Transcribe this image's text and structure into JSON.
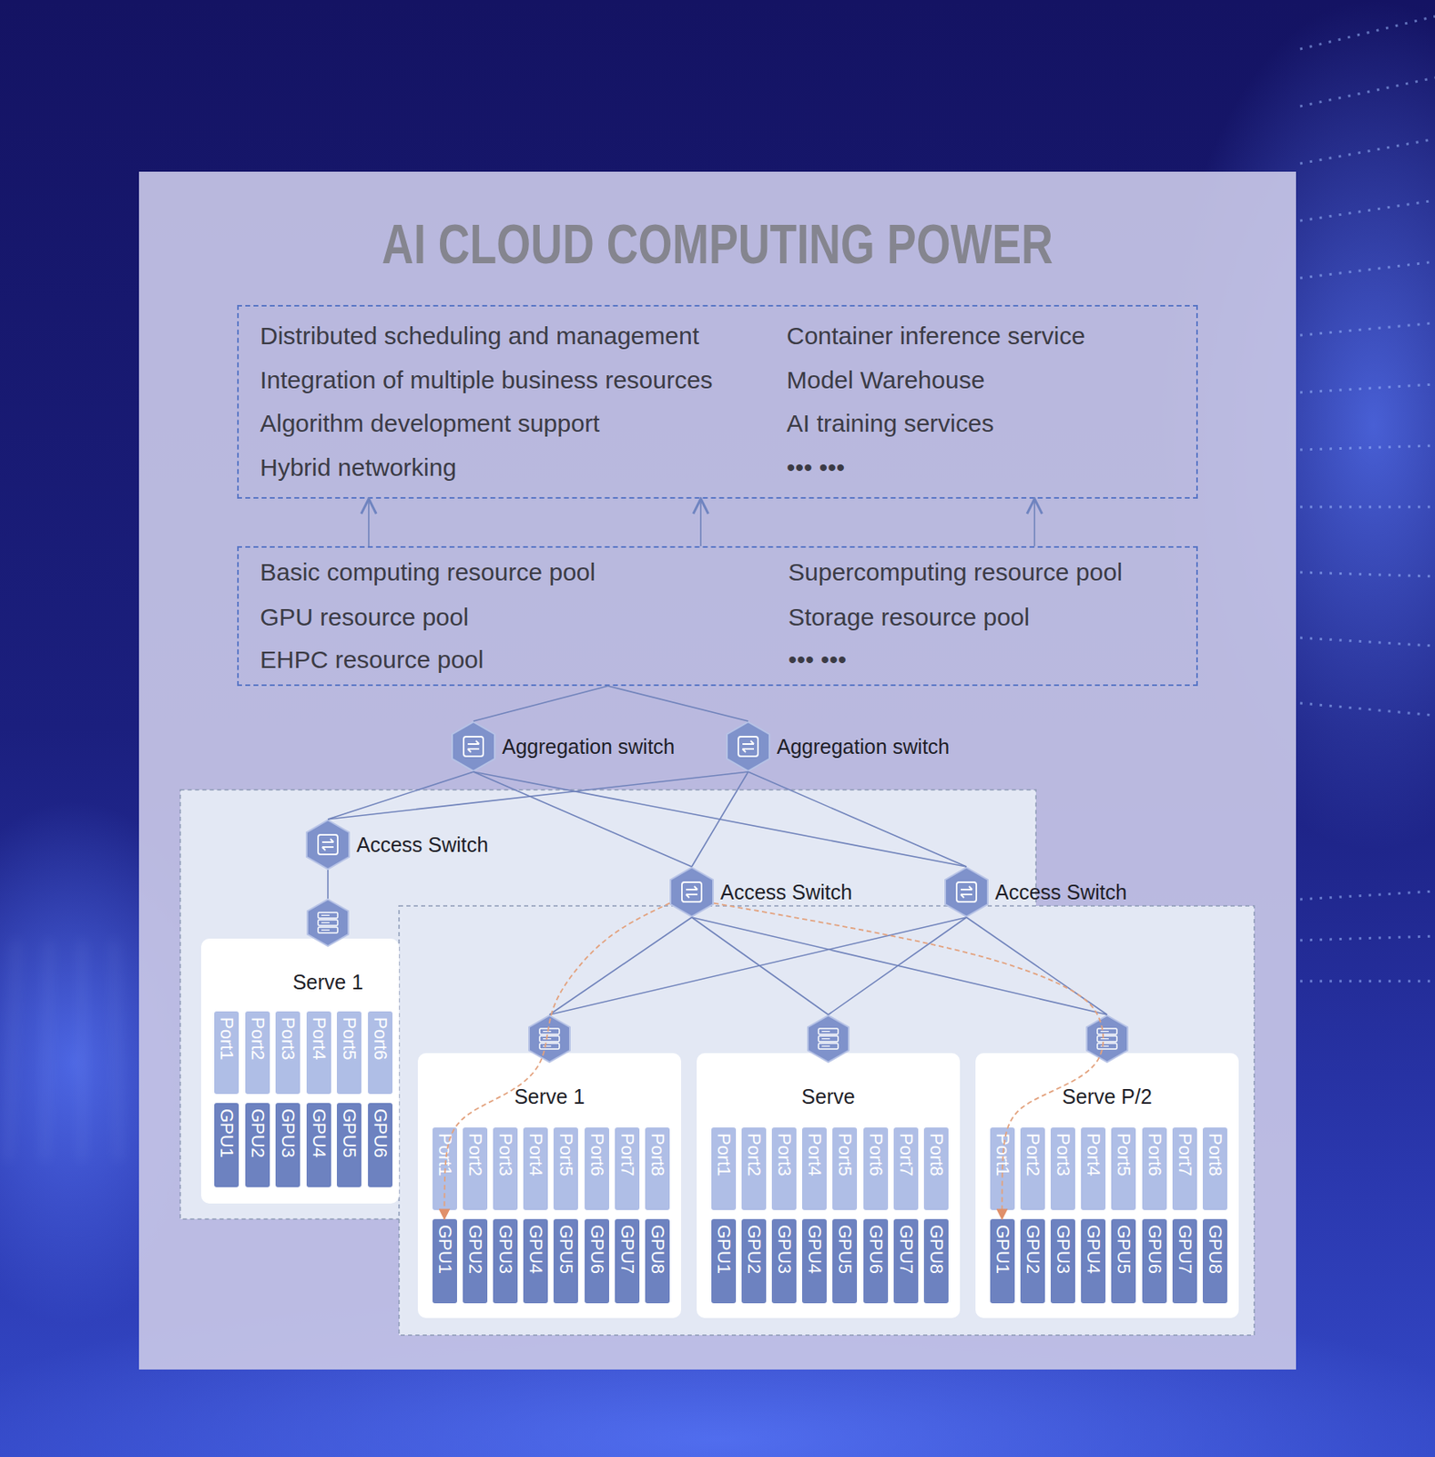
{
  "diagram": {
    "title": "AI CLOUD COMPUTING POWER",
    "nodes": [
      {
        "text": [
          "Distributed scheduling and management",
          "Integration of multiple business resources",
          "Algorithm development support",
          "Hybrid networking",
          "Container inference service",
          "Model Warehouse",
          "AI training services",
          "••• •••"
        ]
      },
      {
        "text": [
          "Basic computing resource pool",
          "GPU resource pool",
          "EHPC resource pool",
          "Supercomputing resource pool",
          "Storage resource pool",
          "••• •••"
        ]
      },
      {
        "text": [
          "Aggregation switch"
        ]
      },
      {
        "text": [
          "Aggregation switch"
        ]
      },
      {
        "text": [
          "Access Switch"
        ]
      },
      {
        "text": [
          "Access Switch"
        ]
      },
      {
        "text": [
          "Access Switch"
        ]
      },
      {
        "text": [
          "Serve 1"
        ]
      },
      {
        "text": [
          "Port1"
        ],
        "in": 7
      },
      {
        "text": [
          "Port2"
        ],
        "in": 7
      },
      {
        "text": [
          "Port3"
        ],
        "in": 7
      },
      {
        "text": [
          "Port4"
        ],
        "in": 7
      },
      {
        "text": [
          "Port5"
        ],
        "in": 7
      },
      {
        "text": [
          "Port6"
        ],
        "in": 7
      },
      {
        "text": [
          "GPU1"
        ],
        "in": 7
      },
      {
        "text": [
          "GPU2"
        ],
        "in": 7
      },
      {
        "text": [
          "GPU3"
        ],
        "in": 7
      },
      {
        "text": [
          "GPU4"
        ],
        "in": 7
      },
      {
        "text": [
          "GPU5"
        ],
        "in": 7
      },
      {
        "text": [
          "GPU6"
        ],
        "in": 7
      },
      {
        "text": [
          "Serve 1"
        ]
      },
      {
        "text": [
          "Port1"
        ],
        "in": 20
      },
      {
        "text": [
          "Port2"
        ],
        "in": 20
      },
      {
        "text": [
          "Port3"
        ],
        "in": 20
      },
      {
        "text": [
          "Port4"
        ],
        "in": 20
      },
      {
        "text": [
          "Port5"
        ],
        "in": 20
      },
      {
        "text": [
          "Port6"
        ],
        "in": 20
      },
      {
        "text": [
          "Port7"
        ],
        "in": 20
      },
      {
        "text": [
          "Port8"
        ],
        "in": 20
      },
      {
        "text": [
          "GPU1"
        ],
        "in": 20
      },
      {
        "text": [
          "GPU2"
        ],
        "in": 20
      },
      {
        "text": [
          "GPU3"
        ],
        "in": 20
      },
      {
        "text": [
          "GPU4"
        ],
        "in": 20
      },
      {
        "text": [
          "GPU5"
        ],
        "in": 20
      },
      {
        "text": [
          "GPU6"
        ],
        "in": 20
      },
      {
        "text": [
          "GPU7"
        ],
        "in": 20
      },
      {
        "text": [
          "GPU8"
        ],
        "in": 20
      },
      {
        "text": [
          "Serve"
        ]
      },
      {
        "text": [
          "Port1"
        ],
        "in": 37
      },
      {
        "text": [
          "Port2"
        ],
        "in": 37
      },
      {
        "text": [
          "Port3"
        ],
        "in": 37
      },
      {
        "text": [
          "Port4"
        ],
        "in": 37
      },
      {
        "text": [
          "Port5"
        ],
        "in": 37
      },
      {
        "text": [
          "Port6"
        ],
        "in": 37
      },
      {
        "text": [
          "Port7"
        ],
        "in": 37
      },
      {
        "text": [
          "Port8"
        ],
        "in": 37
      },
      {
        "text": [
          "GPU1"
        ],
        "in": 37
      },
      {
        "text": [
          "GPU2"
        ],
        "in": 37
      },
      {
        "text": [
          "GPU3"
        ],
        "in": 37
      },
      {
        "text": [
          "GPU4"
        ],
        "in": 37
      },
      {
        "text": [
          "GPU5"
        ],
        "in": 37
      },
      {
        "text": [
          "GPU6"
        ],
        "in": 37
      },
      {
        "text": [
          "GPU7"
        ],
        "in": 37
      },
      {
        "text": [
          "GPU8"
        ],
        "in": 37
      },
      {
        "text": [
          "Serve P/2"
        ]
      },
      {
        "text": [
          "Port1"
        ],
        "in": 54
      },
      {
        "text": [
          "Port2"
        ],
        "in": 54
      },
      {
        "text": [
          "Port3"
        ],
        "in": 54
      },
      {
        "text": [
          "Port4"
        ],
        "in": 54
      },
      {
        "text": [
          "Port5"
        ],
        "in": 54
      },
      {
        "text": [
          "Port6"
        ],
        "in": 54
      },
      {
        "text": [
          "Port7"
        ],
        "in": 54
      },
      {
        "text": [
          "Port8"
        ],
        "in": 54
      },
      {
        "text": [
          "GPU1"
        ],
        "in": 54
      },
      {
        "text": [
          "GPU2"
        ],
        "in": 54
      },
      {
        "text": [
          "GPU3"
        ],
        "in": 54
      },
      {
        "text": [
          "GPU4"
        ],
        "in": 54
      },
      {
        "text": [
          "GPU5"
        ],
        "in": 54
      },
      {
        "text": [
          "GPU6"
        ],
        "in": 54
      },
      {
        "text": [
          "GPU7"
        ],
        "in": 54
      },
      {
        "text": [
          "GPU8"
        ],
        "in": 54
      }
    ],
    "edges": [
      {
        "from": 1,
        "to": 0,
        "arrow": "to"
      },
      {
        "from": 1,
        "to": 0,
        "arrow": "to"
      },
      {
        "from": 1,
        "to": 0,
        "arrow": "to"
      },
      {
        "from": 1,
        "to": 2,
        "arrow": "none"
      },
      {
        "from": 1,
        "to": 3,
        "arrow": "none"
      },
      {
        "from": 2,
        "to": 4,
        "arrow": "none"
      },
      {
        "from": 2,
        "to": 5,
        "arrow": "none"
      },
      {
        "from": 2,
        "to": 6,
        "arrow": "none"
      },
      {
        "from": 3,
        "to": 4,
        "arrow": "none"
      },
      {
        "from": 3,
        "to": 5,
        "arrow": "none"
      },
      {
        "from": 3,
        "to": 6,
        "arrow": "none"
      },
      {
        "from": 4,
        "to": 7,
        "arrow": "none"
      },
      {
        "from": 5,
        "to": 20,
        "arrow": "none"
      },
      {
        "from": 5,
        "to": 37,
        "arrow": "none"
      },
      {
        "from": 5,
        "to": 54,
        "arrow": "none"
      },
      {
        "from": 6,
        "to": 20,
        "arrow": "none"
      },
      {
        "from": 6,
        "to": 37,
        "arrow": "none"
      },
      {
        "from": 6,
        "to": 54,
        "arrow": "none"
      },
      {
        "from": 5,
        "to": 29,
        "arrow": "to"
      },
      {
        "from": 5,
        "to": 63,
        "arrow": "to"
      }
    ]
  }
}
